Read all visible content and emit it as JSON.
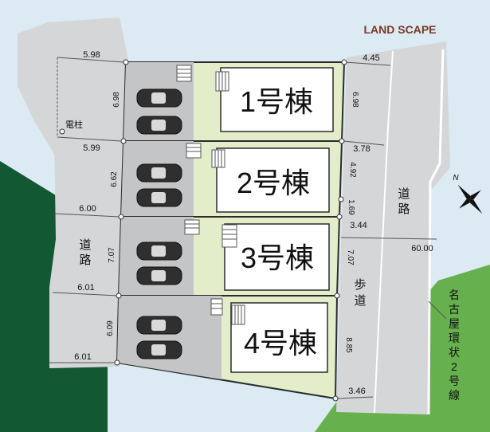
{
  "header": {
    "brand": "LAND SCAPE"
  },
  "lots": [
    {
      "label": "1号棟"
    },
    {
      "label": "2号棟"
    },
    {
      "label": "3号棟"
    },
    {
      "label": "4号棟"
    }
  ],
  "dimensions": {
    "frontage_1": "5.98",
    "frontage_2": "5.99",
    "frontage_3": "6.00",
    "frontage_4": "6.01",
    "frontage_5": "6.01",
    "depth_1": "6.98",
    "depth_2": "6.62",
    "depth_3": "7.07",
    "depth_4": "6.09",
    "rear_1": "4.45",
    "rear_2": "3.78",
    "rear_3": "3.44",
    "rear_4": "3.46",
    "side_1": "6.98",
    "side_2": "4.92",
    "side_3": "1.69",
    "side_4": "7.07",
    "side_5": "8.85",
    "road_width": "60.00"
  },
  "labels": {
    "pole": "電柱",
    "road_left": [
      "道",
      "路"
    ],
    "road_right": [
      "道",
      "路"
    ],
    "sidewalk": [
      "歩",
      "道"
    ],
    "highway": [
      "名",
      "古",
      "屋",
      "環",
      "状",
      "2",
      "号",
      "線"
    ],
    "north": "N"
  },
  "colors": {
    "sky": "#dbeaf3",
    "road": "#d5d6d8",
    "dark_green": "#125833",
    "light_green": "#66b04d",
    "lot_green": "#e4edc9",
    "house": "#ffffff",
    "parking": "#c4c5c7",
    "outline": "#2b2b2b",
    "brand": "#7a3a26"
  }
}
